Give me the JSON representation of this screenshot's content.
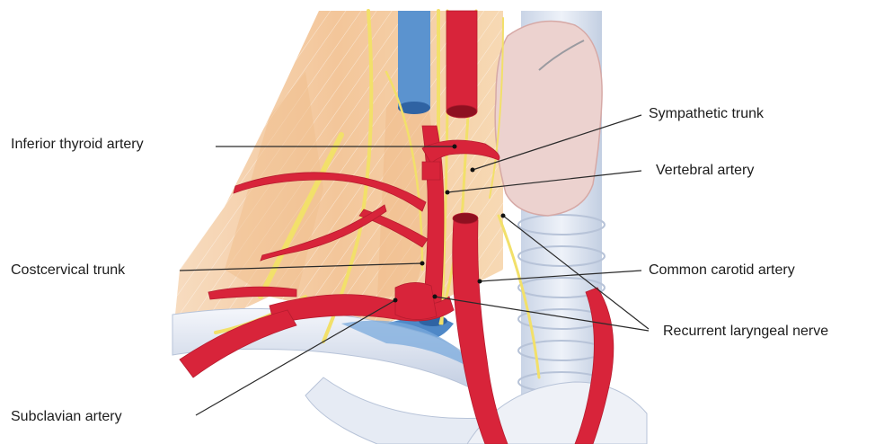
{
  "labels": {
    "inferior_thyroid_artery": "Inferior thyroid artery",
    "costcervical_trunk": "Costcervical trunk",
    "subclavian_artery": "Subclavian artery",
    "sympathetic_trunk": "Sympathetic trunk",
    "vertebral_artery": "Vertebral artery",
    "common_carotid_artery": "Common carotid artery",
    "recurrent_laryngeal_nerve": "Recurrent laryngeal nerve"
  },
  "colors": {
    "artery": "#d8243a",
    "vein": "#5b93cf",
    "nerve": "#f2e06a",
    "muscle": "#f1c99c",
    "thyroid": "#e9c9c7",
    "bone": "#e9ecf4"
  }
}
